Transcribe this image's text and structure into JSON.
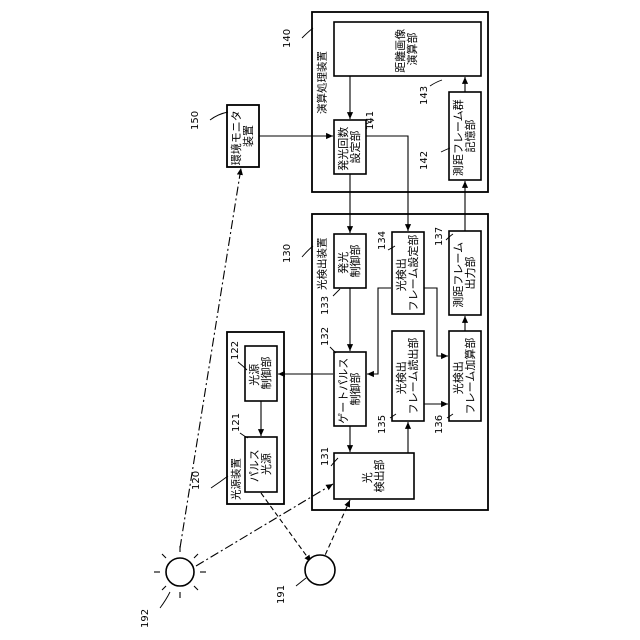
{
  "refs": {
    "r120": "120",
    "r121": "121",
    "r122": "122",
    "r130": "130",
    "r131": "131",
    "r132": "132",
    "r133": "133",
    "r134": "134",
    "r135": "135",
    "r136": "136",
    "r137": "137",
    "r140": "140",
    "r141": "141",
    "r142": "142",
    "r143": "143",
    "r150": "150",
    "r191": "191",
    "r192": "192"
  },
  "titles": {
    "light_source_device": "光源装置",
    "light_detection_device": "光検出装置",
    "processing_device": "演算処理装置"
  },
  "blocks": {
    "pulse_light_source": [
      "パルス",
      "光源"
    ],
    "light_source_control": [
      "光源",
      "制御部"
    ],
    "light_detector": [
      "光",
      "検出部"
    ],
    "gate_pulse_control": [
      "ゲートパルス",
      "制御部"
    ],
    "emission_control": [
      "発光",
      "制御部"
    ],
    "frame_setting": [
      "光検出",
      "フレーム設定部"
    ],
    "frame_readout": [
      "光検出",
      "フレーム読出部"
    ],
    "frame_adder": [
      "光検出",
      "フレーム加算部"
    ],
    "frame_output": [
      "測距フレーム",
      "出力部"
    ],
    "emission_count_setting": [
      "発光回数",
      "設定部"
    ],
    "frame_group_storage": [
      "測距フレーム群",
      "記憶部"
    ],
    "distance_image_calc": [
      "距離画像",
      "演算部"
    ],
    "env_monitor": [
      "環境モニタ",
      "装置"
    ]
  }
}
